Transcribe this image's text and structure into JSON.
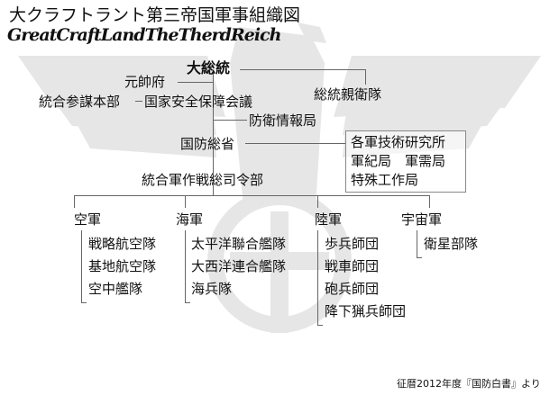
{
  "title": "大クラフトラント第三帝国軍事組織図",
  "subtitle": "GreatCraftLandTheTherdReich",
  "nodes": {
    "supreme": "大総統",
    "marshal": "元帥府",
    "joint_staff": "統合参謀本部",
    "nsc": "国家安全保障会議",
    "guard": "総統親衛隊",
    "intel": "防衛情報局",
    "defense": "国防総省",
    "defense_sub": [
      "各軍技術研究所",
      "軍紀局　軍需局",
      "特殊工作局"
    ],
    "joint_command": "統合軍作戦総司令部"
  },
  "branches": [
    {
      "name": "空軍",
      "units": [
        "戦略航空隊",
        "基地航空隊",
        "空中艦隊"
      ]
    },
    {
      "name": "海軍",
      "units": [
        "太平洋聯合艦隊",
        "大西洋連合艦隊",
        "海兵隊"
      ]
    },
    {
      "name": "陸軍",
      "units": [
        "歩兵師団",
        "戦車師団",
        "砲兵師団",
        "降下猟兵師団"
      ]
    },
    {
      "name": "宇宙軍",
      "units": [
        "衛星部隊"
      ]
    }
  ],
  "footer": "征暦2012年度『国防白書』より"
}
